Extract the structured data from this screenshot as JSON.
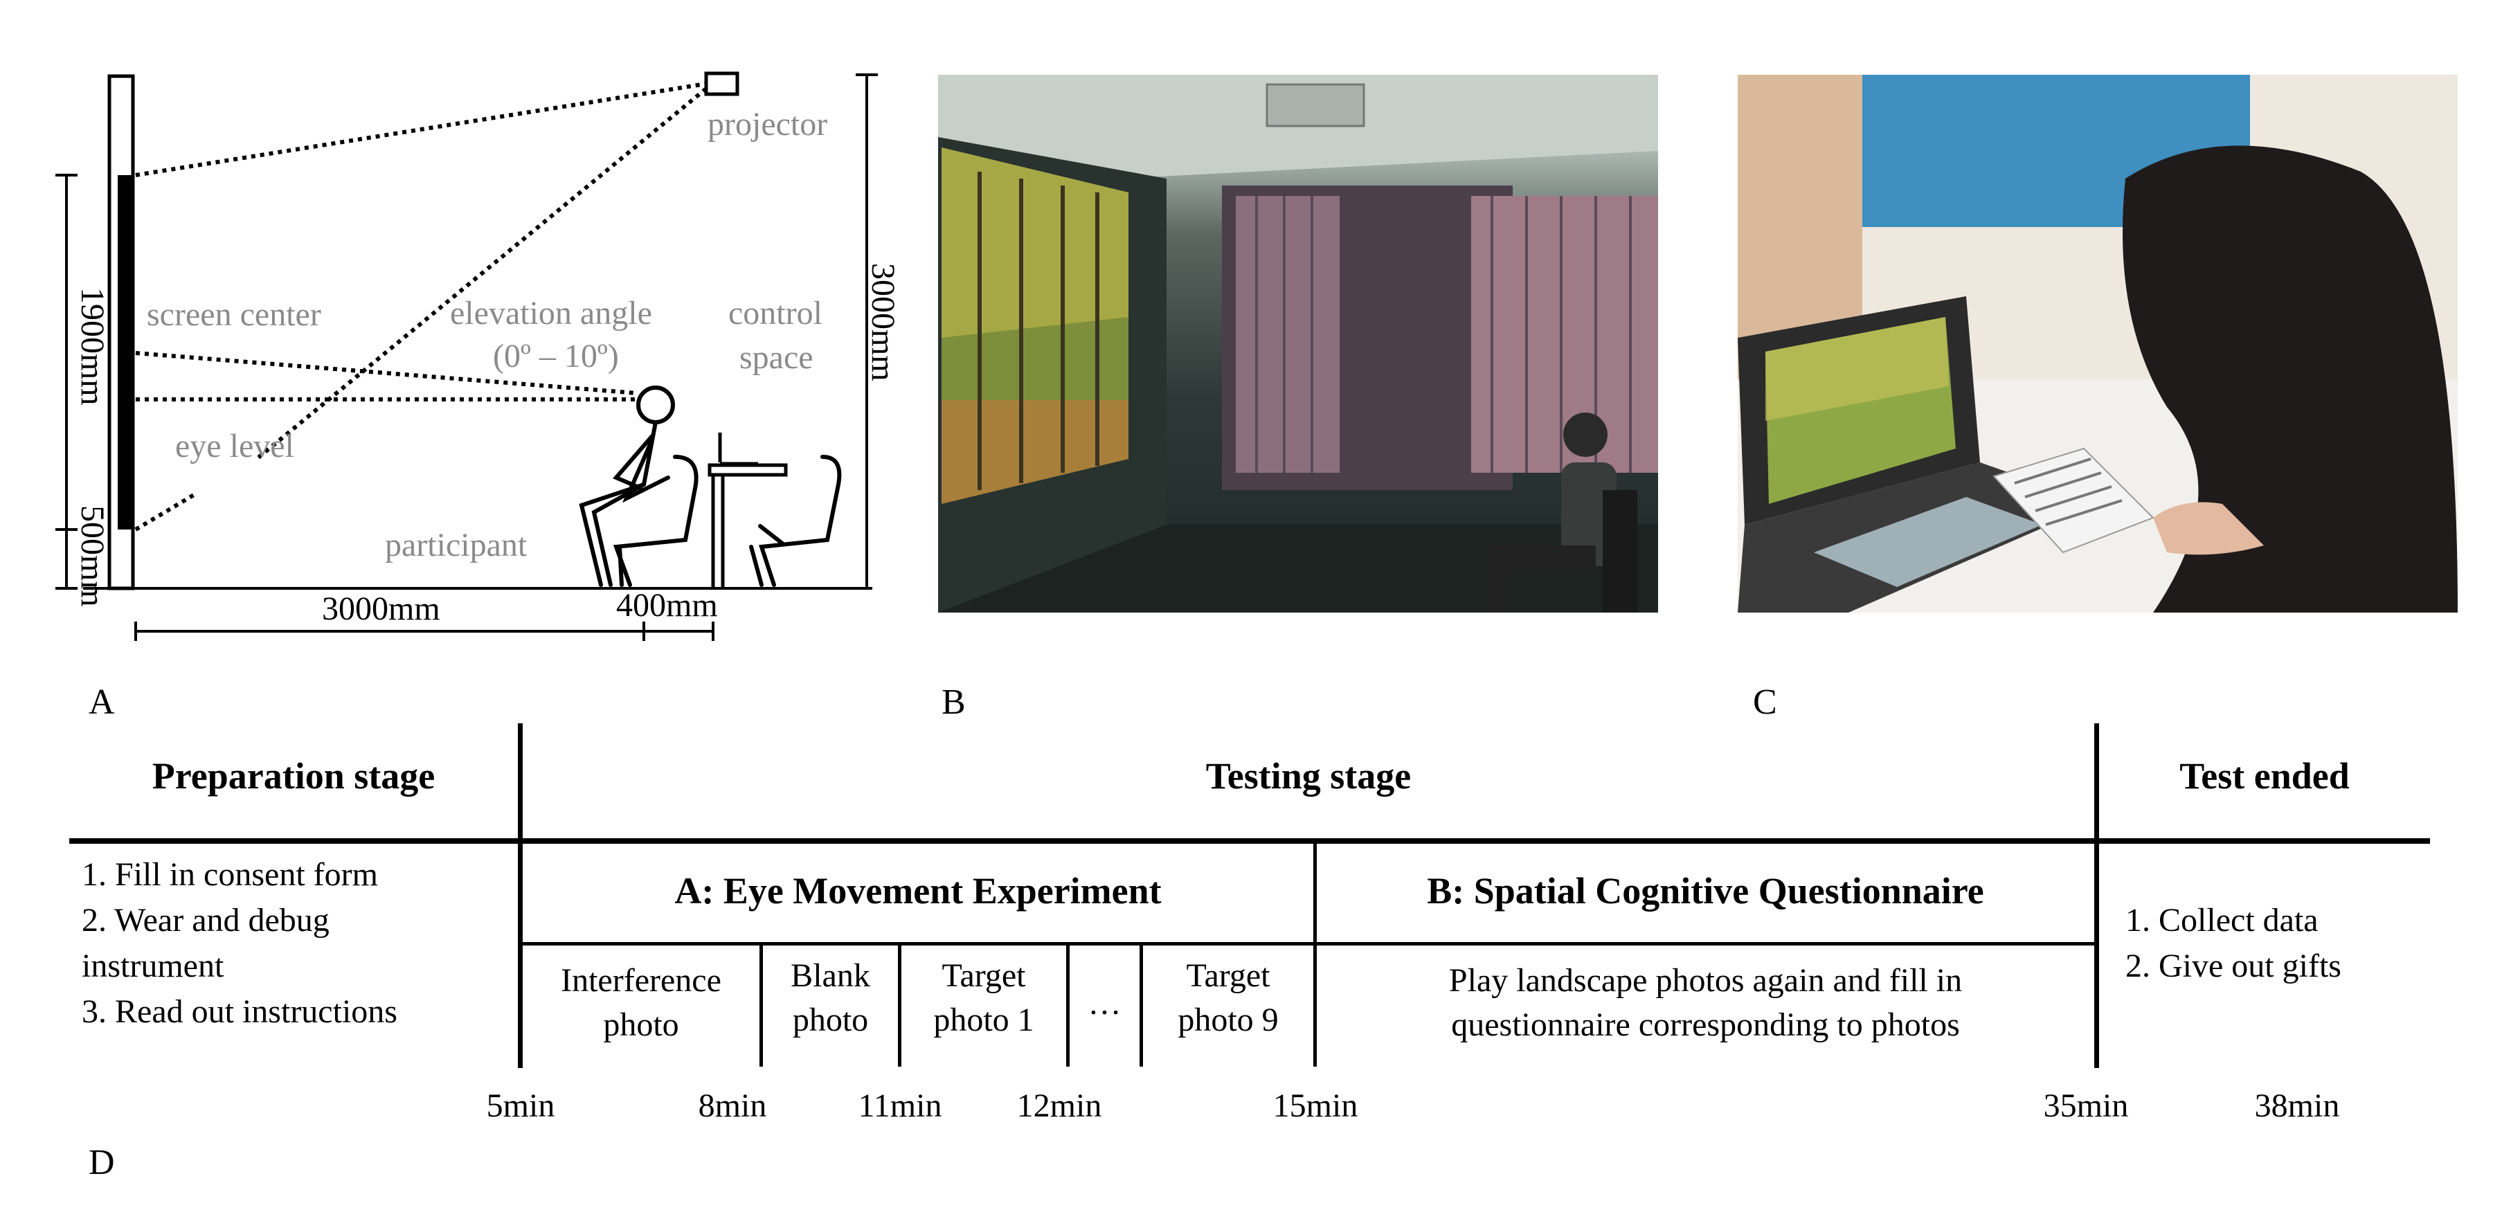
{
  "panel_a": {
    "letter": "A",
    "projector": "projector",
    "screen_center": "screen center",
    "elevation_angle_line1": "elevation angle",
    "elevation_angle_line2": "(0º – 10º)",
    "control_space_line1": "control",
    "control_space_line2": "space",
    "eye_level": "eye level",
    "participant": "participant",
    "dim_1900": "1900mm",
    "dim_500": "500mm",
    "dim_3000_height": "3000mm",
    "dim_3000_distance": "3000mm",
    "dim_400": "400mm"
  },
  "panel_b": {
    "letter": "B"
  },
  "panel_c": {
    "letter": "C"
  },
  "panel_d": {
    "letter": "D",
    "stages": {
      "preparation": "Preparation stage",
      "testing": "Testing stage",
      "ended": "Test ended"
    },
    "preparation_steps": [
      "1. Fill in consent form",
      "2. Wear and debug",
      "instrument",
      "3. Read out instructions"
    ],
    "experiment_a": "A: Eye Movement Experiment",
    "experiment_b": "B: Spatial Cognitive Questionnaire",
    "cells": {
      "interference_1": "Interference",
      "interference_2": "photo",
      "blank_1": "Blank",
      "blank_2": "photo",
      "target1_1": "Target",
      "target1_2": "photo 1",
      "ellipsis": "…",
      "target9_1": "Target",
      "target9_2": "photo 9",
      "questionnaire_1": "Play landscape photos again and fill in",
      "questionnaire_2": "questionnaire corresponding to photos"
    },
    "end_steps": [
      "1. Collect data",
      "2. Give out gifts"
    ],
    "times": [
      "5min",
      "8min",
      "11min",
      "12min",
      "15min",
      "35min",
      "38min"
    ]
  }
}
